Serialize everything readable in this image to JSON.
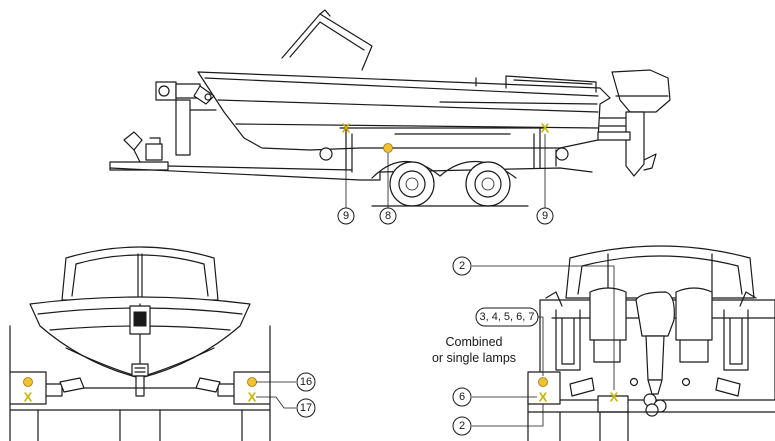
{
  "callouts": {
    "side_left_9": "9",
    "side_8": "8",
    "side_right_9": "9",
    "front_16": "16",
    "front_17": "17",
    "rear_2_top": "2",
    "rear_group": "3, 4, 5, 6, 7",
    "rear_6": "6",
    "rear_2_bottom": "2"
  },
  "label": {
    "line1": "Combined",
    "line2": "or single lamps"
  },
  "markers": {
    "x_symbol": "X"
  },
  "colors": {
    "lamp_amber": "#f2c12e",
    "marker_x": "#c9b400",
    "line": "#1a1a1a"
  }
}
